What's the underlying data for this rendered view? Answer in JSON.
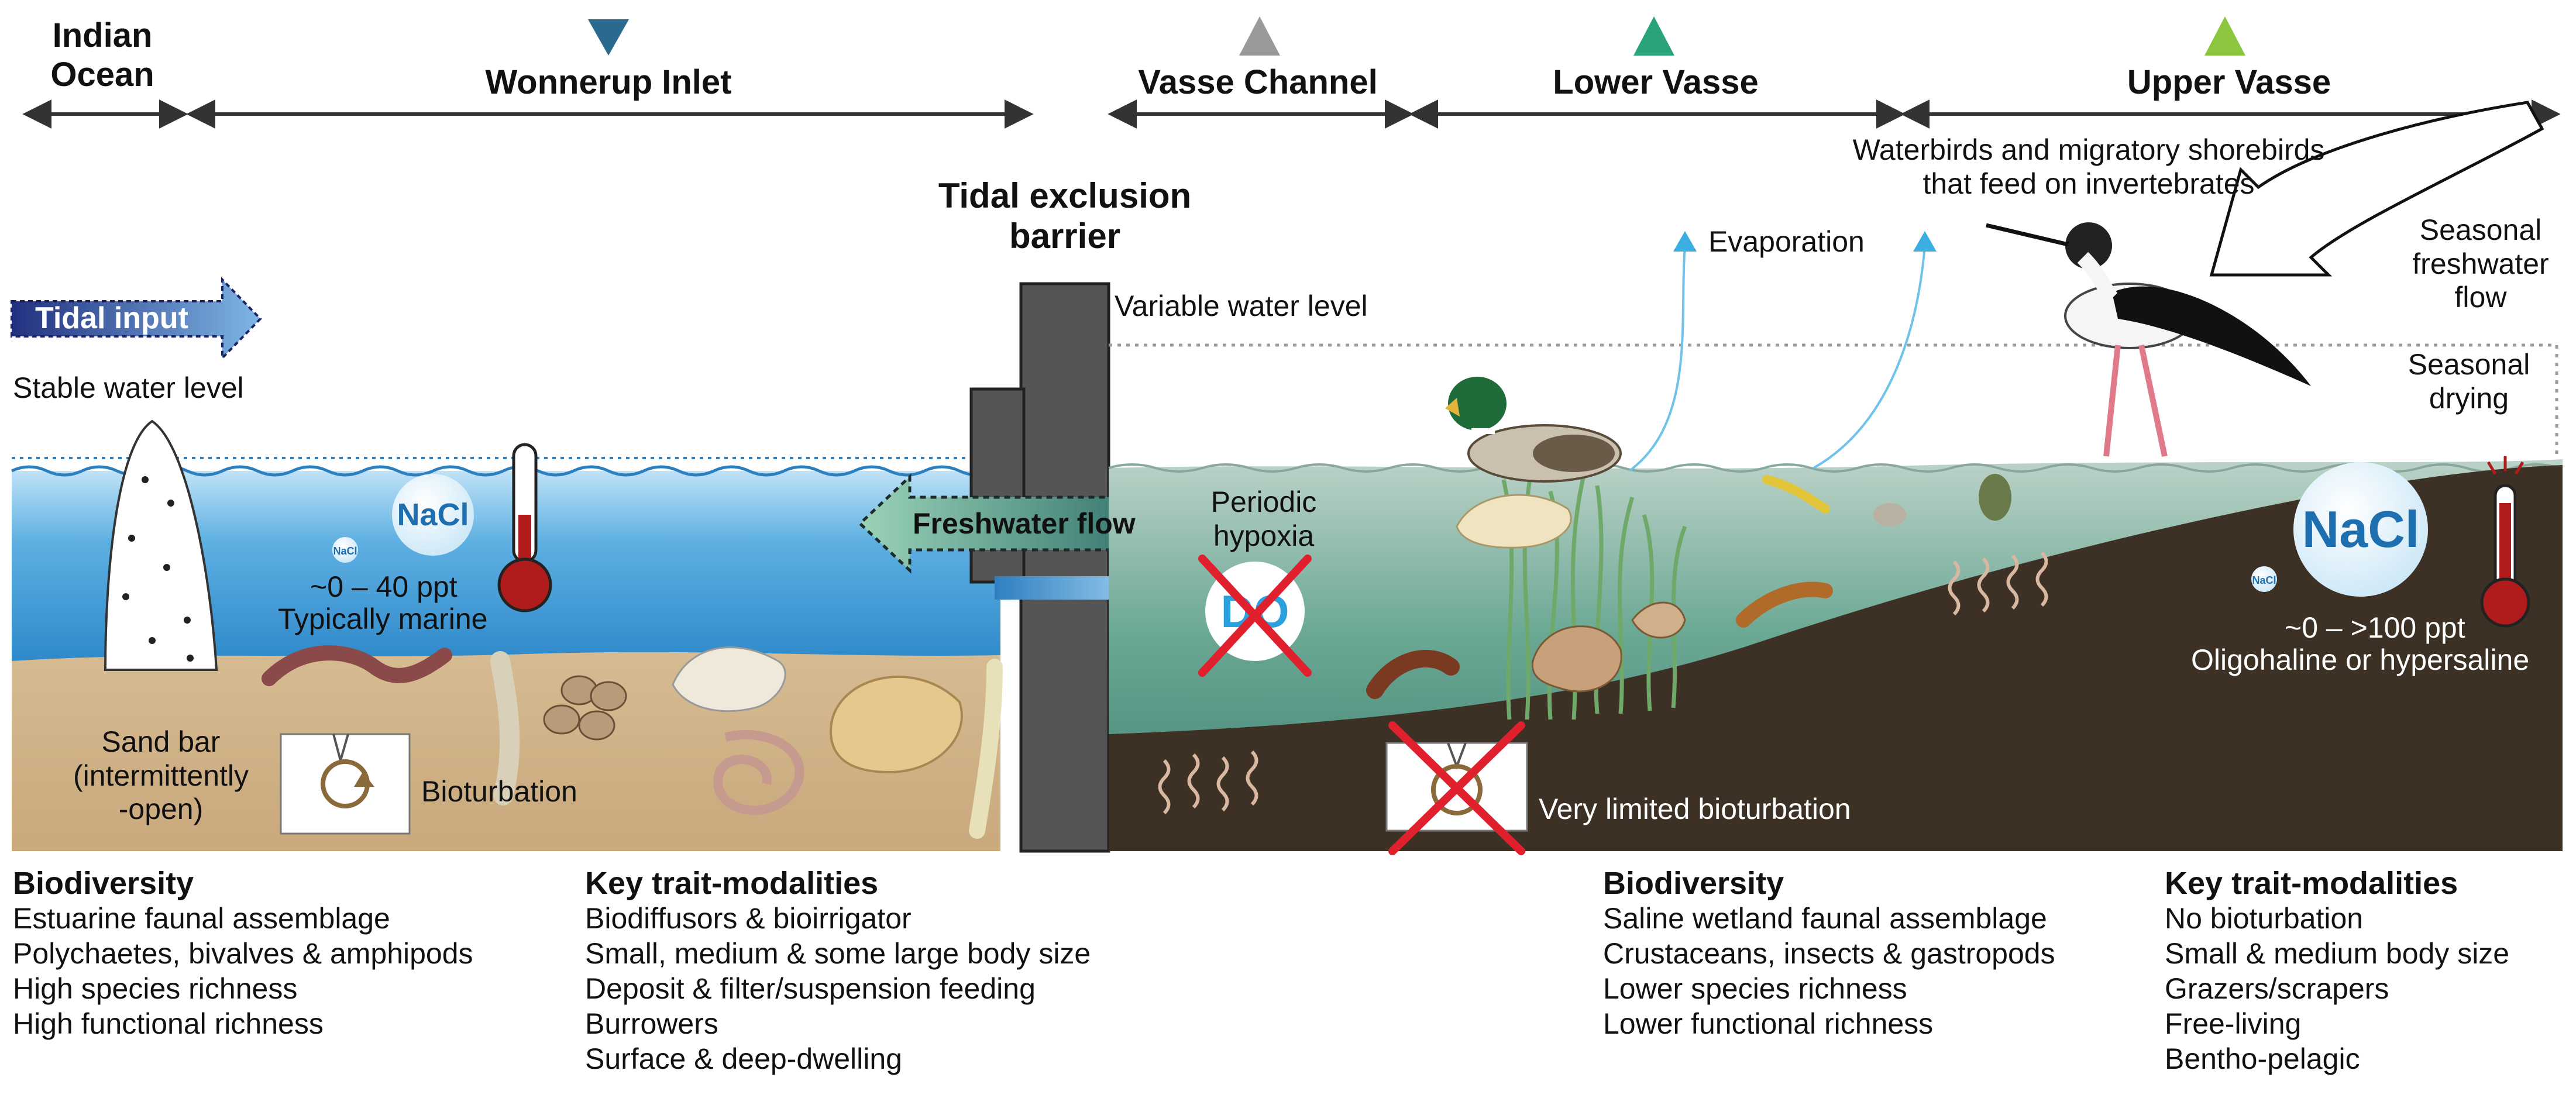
{
  "zones": {
    "indian_ocean": "Indian\nOcean",
    "wonnerup_inlet": "Wonnerup Inlet",
    "vasse_channel": "Vasse Channel",
    "lower_vasse": "Lower Vasse",
    "upper_vasse": "Upper Vasse"
  },
  "marker_colors": {
    "wonnerup_inlet": "#2a6a8e",
    "vasse_channel": "#9a9a9a",
    "lower_vasse": "#2aa37a",
    "upper_vasse": "#8cc63f"
  },
  "labels": {
    "tidal_input": "Tidal input",
    "stable_water_level": "Stable water level",
    "tidal_exclusion_barrier": "Tidal exclusion\nbarrier",
    "variable_water_level": "Variable water level",
    "freshwater_flow": "Freshwater flow",
    "periodic_hypoxia": "Periodic\nhypoxia",
    "do_symbol": "DO",
    "evaporation": "Evaporation",
    "waterbirds": "Waterbirds and migratory shorebirds\nthat feed on invertebrates",
    "seasonal_freshwater_flow": "Seasonal\nfreshwater\nflow",
    "seasonal_drying": "Seasonal\ndrying",
    "sand_bar": "Sand bar\n(intermittently\n-open)",
    "bioturbation": "Bioturbation",
    "very_limited_bioturbation": "Very limited bioturbation",
    "nacl_large": "NaCl",
    "nacl_small": "NaCl",
    "salinity_left": "~0 – 40 ppt",
    "salinity_left_desc": "Typically marine",
    "salinity_right": "~0 – >100 ppt",
    "salinity_right_desc": "Oligohaline or hypersaline"
  },
  "panels": {
    "biodiversity_left": {
      "heading": "Biodiversity",
      "items": [
        "Estuarine faunal assemblage",
        "Polychaetes, bivalves & amphipods",
        "High species richness",
        "High functional richness"
      ]
    },
    "traits_left": {
      "heading": "Key trait-modalities",
      "items": [
        "Biodiffusors & bioirrigator",
        "Small, medium & some large body size",
        "Deposit & filter/suspension feeding",
        "Burrowers",
        "Surface & deep-dwelling"
      ]
    },
    "biodiversity_right": {
      "heading": "Biodiversity",
      "items": [
        "Saline wetland faunal assemblage",
        "Crustaceans, insects & gastropods",
        "Lower species richness",
        "Lower functional richness"
      ]
    },
    "traits_right": {
      "heading": "Key trait-modalities",
      "items": [
        "No bioturbation",
        "Small & medium body size",
        "Grazers/scrapers",
        "Free-living",
        "Bentho-pelagic"
      ]
    }
  },
  "colors": {
    "marine_water": "#3b9ad6",
    "marine_water_light": "#a9d6f2",
    "sand": "#d8bf98",
    "wetland_water": "#5e9e8c",
    "mud": "#3d3025",
    "barrier": "#555555",
    "tidal_arrow": "#2d3f9a",
    "freshwater_arrow": "#4fa08c",
    "nacl_fill": "#d8eef9",
    "nacl_text": "#1e6fb0",
    "cross": "#e0202c",
    "thermometer": "#b01c1c",
    "evap_arrow": "#3aaee0"
  },
  "icons": [
    "triangle-marker-icon",
    "double-arrow-icon",
    "thermometer-icon",
    "nacl-icon",
    "cross-out-icon",
    "bird-icon",
    "duck-icon",
    "worm-icon"
  ]
}
